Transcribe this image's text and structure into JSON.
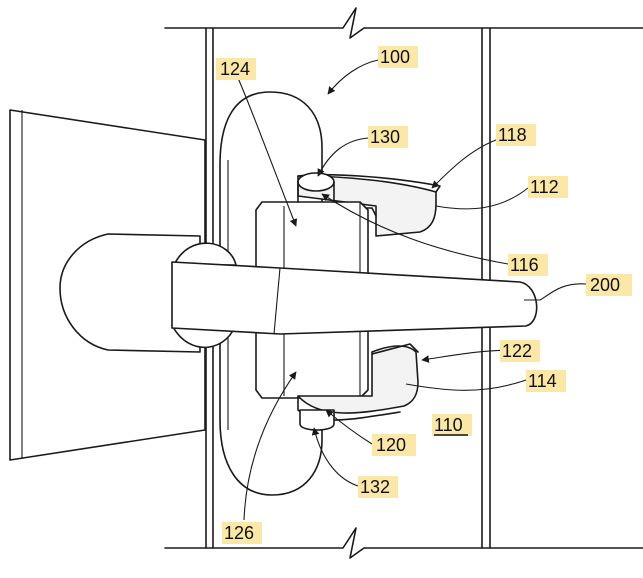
{
  "figure": {
    "reference_labels": {
      "r100": "100",
      "r110": "110",
      "r112": "112",
      "r114": "114",
      "r116": "116",
      "r118": "118",
      "r120": "120",
      "r122": "122",
      "r124": "124",
      "r126": "126",
      "r130": "130",
      "r132": "132",
      "r200": "200"
    },
    "colors": {
      "label_highlight": "#fbe7a6",
      "line": "#1a1a1a",
      "background": "#ffffff"
    }
  }
}
